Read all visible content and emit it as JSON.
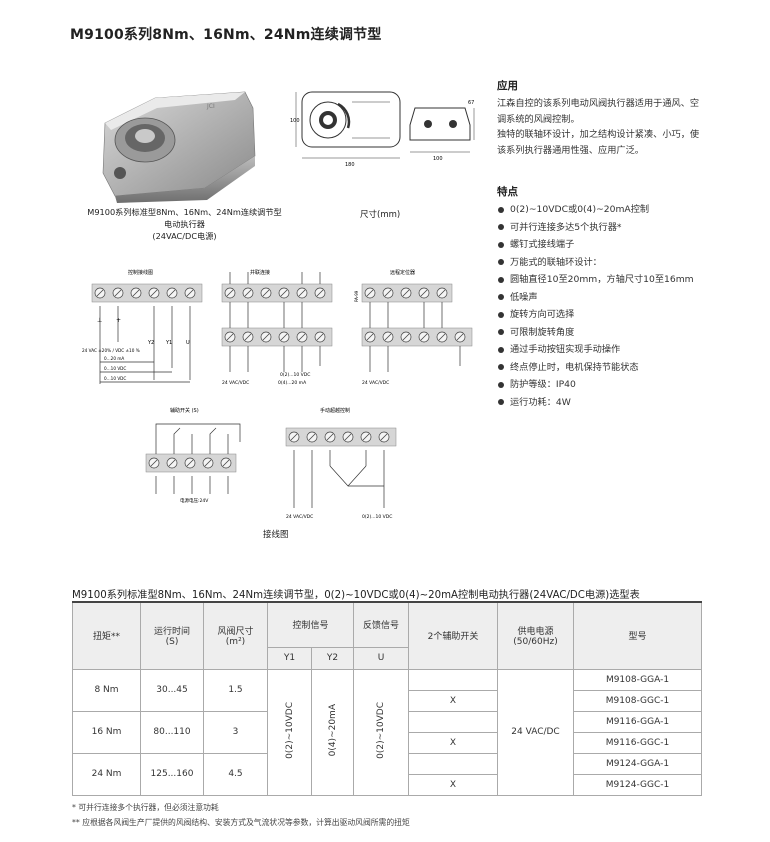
{
  "page": {
    "title": "M9100系列8Nm、16Nm、24Nm连续调节型"
  },
  "product": {
    "caption_line1": "M9100系列标准型8Nm、16Nm、24Nm连续调节型",
    "caption_line2": "电动执行器",
    "caption_line3": "(24VAC/DC电源)",
    "dims_caption": "尺寸(mm)",
    "dims": {
      "height": "100",
      "width": "180",
      "side_width": "100",
      "side_height": "67"
    }
  },
  "application": {
    "heading": "应用",
    "para1": "江森自控的该系列电动风阀执行器适用于通风、空调系统的风阀控制。",
    "para2": "独特的联轴环设计，加之结构设计紧凑、小巧，使该系列执行器通用性强、应用广泛。"
  },
  "features": {
    "heading": "特点",
    "items": [
      "0(2)~10VDC或0(4)~20mA控制",
      "可并行连接多达5个执行器*",
      "螺钉式接线端子",
      "万能式的联轴环设计：",
      "圆轴直径10至20mm，方轴尺寸10至16mm",
      "低噪声",
      "旋转方向可选择",
      "可限制旋转角度",
      "通过手动按钮实现手动操作",
      "终点停止时，电机保持节能状态",
      "防护等级：IP40",
      "运行功耗：4W"
    ]
  },
  "wiring": {
    "caption": "接线图",
    "d1_title": "控制接线图",
    "d1_labels": [
      "24 VAC ±20% / VDC ±10 %",
      "0...20 mA",
      "0...10 VDC",
      "0...10 VDC"
    ],
    "d1_terms": [
      "⊥",
      "+",
      "Y2",
      "Y1",
      "U"
    ],
    "d2_title": "并联连接",
    "d2_labels": [
      "24 VAC/VDC",
      "0(2)...10 VDC",
      "0(4)...20 mA"
    ],
    "d3_title": "远程定位器",
    "d3_labels": [
      "24 VAC/VDC",
      "PA-99"
    ],
    "d4_title": "辅助开关 (S)",
    "d4_labels": [
      "电源电压:24V"
    ],
    "d5_title": "手动超越控制",
    "d5_labels": [
      "24 VAC/VDC",
      "0(2)...10 VDC"
    ]
  },
  "table": {
    "title": "M9100系列标准型8Nm、16Nm、24Nm连续调节型，0(2)~10VDC或0(4)~20mA控制电动执行器(24VAC/DC电源)选型表",
    "headers": {
      "torque": "扭矩**",
      "runtime": "运行时间",
      "runtime_unit": "(S)",
      "area": "风阀尺寸",
      "area_unit": "(m²)",
      "control": "控制信号",
      "feedback": "反馈信号",
      "aux": "2个辅助开关",
      "power": "供电电源",
      "power_unit": "(50/60Hz)",
      "model": "型号",
      "y1": "Y1",
      "y2": "Y2",
      "u": "U"
    },
    "signal_y1": "0(2)~10VDC",
    "signal_y2": "0(4)~20mA",
    "signal_u": "0(2)~10VDC",
    "power_value": "24 VAC/DC",
    "groups": [
      {
        "torque": "8 Nm",
        "runtime": "30...45",
        "area": "1.5",
        "models": [
          "M9108-GGA-1",
          "M9108-GGC-1"
        ],
        "aux": [
          "",
          "X"
        ]
      },
      {
        "torque": "16 Nm",
        "runtime": "80...110",
        "area": "3",
        "models": [
          "M9116-GGA-1",
          "M9116-GGC-1"
        ],
        "aux": [
          "",
          "X"
        ]
      },
      {
        "torque": "24 Nm",
        "runtime": "125...160",
        "area": "4.5",
        "models": [
          "M9124-GGA-1",
          "M9124-GGC-1"
        ],
        "aux": [
          "",
          "X"
        ]
      }
    ]
  },
  "footnotes": {
    "note1": "* 可并行连接多个执行器，但必须注意功耗",
    "note2": "** 应根据各风阀生产厂提供的风阀结构、安装方式及气流状况等参数，计算出驱动风阀所需的扭矩"
  }
}
